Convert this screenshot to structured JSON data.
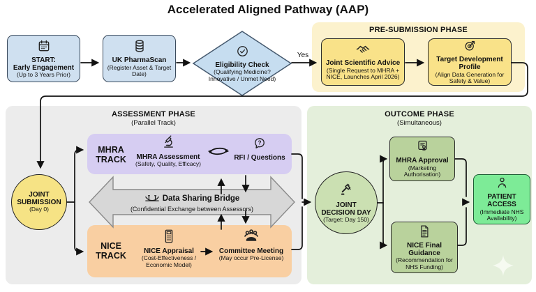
{
  "title": "Accelerated Aligned Pathway (AAP)",
  "colors": {
    "blue_box": "#cfe0f0",
    "blue_diamond": "#c6ddf0",
    "yellow_container": "#fcf2cd",
    "yellow_box": "#f9e289",
    "gray_container": "#ececec",
    "purple_box": "#d6cdf2",
    "orange_box": "#f9cfa2",
    "bridge_gray": "#d7d7d7",
    "yellow_circle": "#f6e385",
    "green_container": "#e4efdb",
    "green_circle": "#cbe0b2",
    "green_box": "#b9d29c",
    "bright_green": "#7deb97",
    "line": "#111111"
  },
  "top_row": {
    "start": {
      "line1": "START:",
      "line2": "Early Engagement",
      "sub": "(Up to 3 Years Prior)"
    },
    "pharmascan": {
      "title": "UK PharmaScan",
      "sub": "(Register Asset & Target Date)"
    },
    "eligibility": {
      "title": "Eligibility Check",
      "sub": "(Qualifying Medicine? Innovative / Unmet Need)"
    },
    "yes_label": "Yes"
  },
  "pre_submission": {
    "label": "PRE-SUBMISSION PHASE",
    "jsa": {
      "title": "Joint Scientific Advice",
      "sub": "(Single Request to MHRA + NICE, Launches April 2026)"
    },
    "tdp": {
      "title": "Target Development Profile",
      "sub": "(Align Data Generation for Safety & Value)"
    }
  },
  "assessment": {
    "label": "ASSESSMENT PHASE",
    "sublabel": "(Parallel Track)",
    "joint_submission": {
      "line1": "JOINT",
      "line2": "SUBMISSION",
      "sub": "(Day 0)"
    },
    "mhra_track": {
      "label1": "MHRA",
      "label2": "TRACK",
      "assessment": {
        "title": "MHRA Assessment",
        "sub": "(Safety, Quality, Efficacy)"
      },
      "rfi": {
        "title": "RFI / Questions",
        "glyph": "?"
      }
    },
    "bridge": {
      "title": "Data Sharing Bridge",
      "sub": "(Confidential Exchange between Assessors)"
    },
    "nice_track": {
      "label1": "NICE",
      "label2": "TRACK",
      "appraisal": {
        "title": "NICE Appraisal",
        "sub": "(Cost-Effectiveness / Economic Model)"
      },
      "committee": {
        "title": "Committee Meeting",
        "sub": "(May occur Pre-License)"
      }
    }
  },
  "outcome": {
    "label": "OUTCOME PHASE",
    "sublabel": "(Simultaneous)",
    "decision": {
      "line1": "JOINT",
      "line2": "DECISION DAY",
      "sub": "(Target: Day 150)"
    },
    "mhra_approval": {
      "title": "MHRA Approval",
      "sub": "(Marketing Authorisation)"
    },
    "nice_guidance": {
      "title": "NICE Final Guidance",
      "sub": "(Recommendation for NHS Funding)"
    },
    "patient_access": {
      "line1": "PATIENT",
      "line2": "ACCESS",
      "sub": "(Immediate NHS Availability)"
    }
  }
}
